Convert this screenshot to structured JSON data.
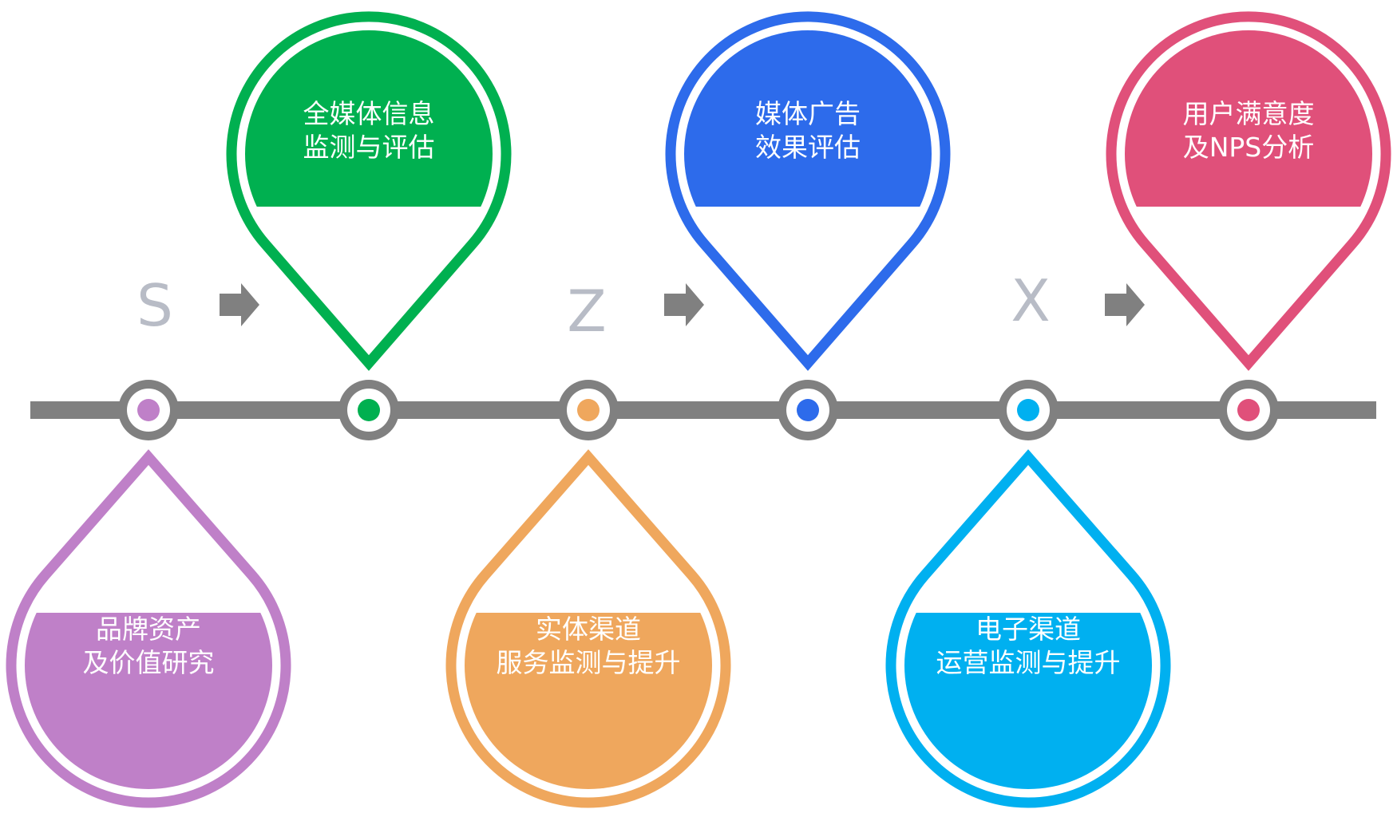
{
  "colors": {
    "axis": "#808080",
    "node_fill": "#ffffff",
    "letter": "#b8bcc6",
    "arrow": "#808080"
  },
  "letters": [
    {
      "text": "S"
    },
    {
      "text": "Z"
    },
    {
      "text": "X"
    }
  ],
  "pins": [
    {
      "id": "brand",
      "direction": "down",
      "color": "#bf80c8",
      "lines": [
        "品牌资产",
        "及价值研究"
      ]
    },
    {
      "id": "media",
      "direction": "up",
      "color": "#00b050",
      "lines": [
        "全媒体信息",
        "监测与评估"
      ]
    },
    {
      "id": "store",
      "direction": "down",
      "color": "#efa75d",
      "lines": [
        "实体渠道",
        "服务监测与提升"
      ]
    },
    {
      "id": "ads",
      "direction": "up",
      "color": "#2d6beb",
      "lines": [
        "媒体广告",
        "效果评估"
      ]
    },
    {
      "id": "online",
      "direction": "down",
      "color": "#00b0f0",
      "lines": [
        "电子渠道",
        "运营监测与提升"
      ]
    },
    {
      "id": "nps",
      "direction": "up",
      "color": "#e0507a",
      "lines": [
        "用户满意度",
        "及NPS分析"
      ]
    }
  ]
}
